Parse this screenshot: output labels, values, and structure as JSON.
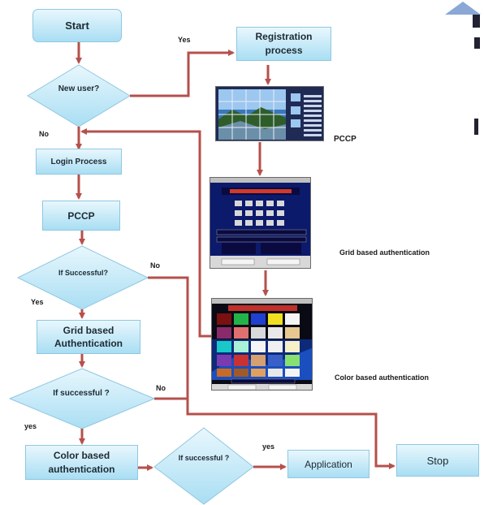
{
  "flowchart": {
    "start": "Start",
    "decision_new_user": "New user?",
    "label_yes_1": "Yes",
    "label_no_1": "No",
    "registration": "Registration process",
    "login": "Login Process",
    "pccp": "PCCP",
    "decision_successful_1": "If Successful?",
    "label_no_2": "No",
    "label_yes_2": "Yes",
    "grid_auth": "Grid based Authentication",
    "decision_successful_2": "If successful ?",
    "label_no_3": "No",
    "label_yes_3": "yes",
    "color_auth": "Color based authentication",
    "decision_successful_3": "If successful ?",
    "label_yes_4": "yes",
    "application": "Application",
    "stop": "Stop"
  },
  "screenshots": {
    "pccp_caption": "PCCP",
    "grid_caption": "Grid based authentication",
    "color_caption": "Color based authentication"
  },
  "colors": {
    "arrow": "#b5504c",
    "box_top": "#e8f7fd",
    "box_bottom": "#a9def3",
    "box_border": "#8fc7e0"
  }
}
